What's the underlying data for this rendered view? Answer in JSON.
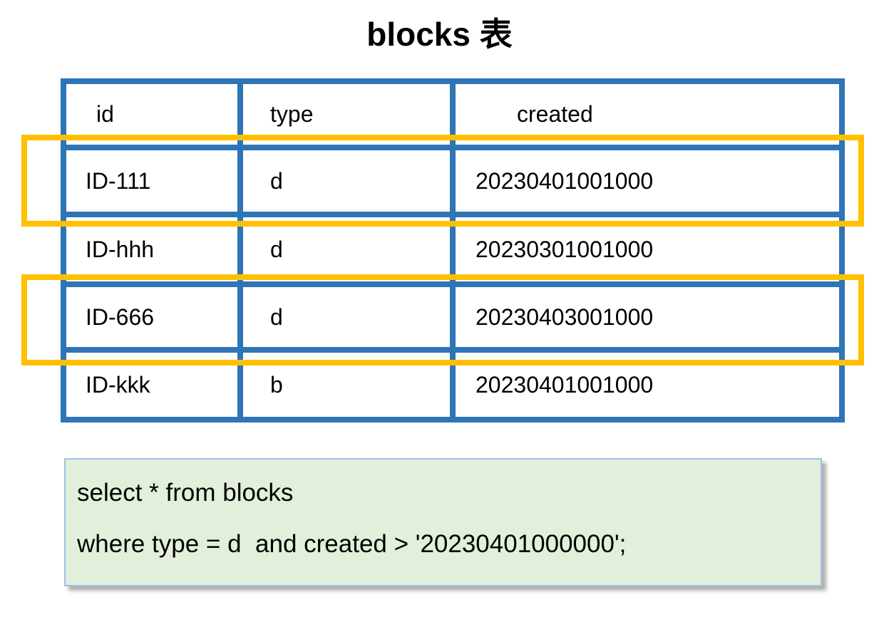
{
  "title": "blocks 表",
  "table": {
    "headers": {
      "id": "id",
      "type": "type",
      "created": "created"
    },
    "rows": [
      {
        "id": "ID-111",
        "type": "d",
        "created": "20230401001000",
        "highlighted": true
      },
      {
        "id": "ID-hhh",
        "type": "d",
        "created": "20230301001000",
        "highlighted": false
      },
      {
        "id": "ID-666",
        "type": "d",
        "created": "20230403001000",
        "highlighted": true
      },
      {
        "id": "ID-kkk",
        "type": "b",
        "created": "20230401001000",
        "highlighted": false
      }
    ]
  },
  "sql_query": {
    "line1": "select * from blocks",
    "line2": "where type = d  and created > '20230401000000';"
  },
  "colors": {
    "table-border": "#2E75B6",
    "highlight": "#FFC000",
    "sql-bg": "#E2EFDA",
    "sql-border": "#9DC3E6"
  }
}
